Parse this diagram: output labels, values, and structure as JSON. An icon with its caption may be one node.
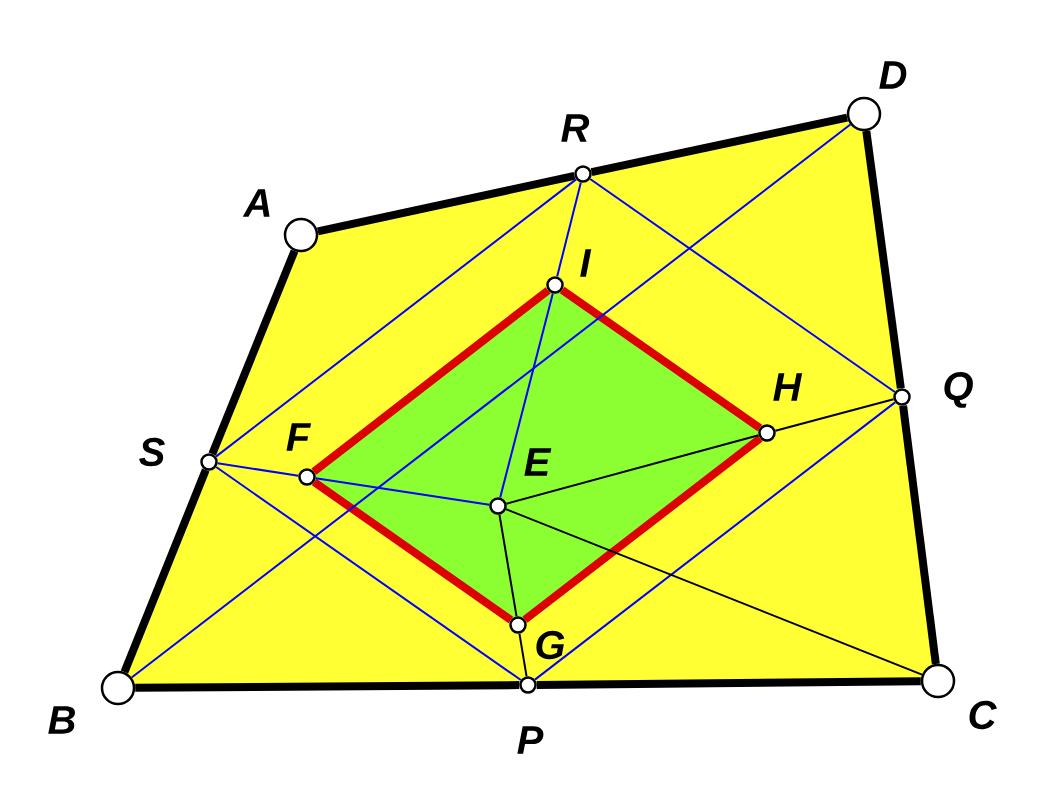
{
  "diagram": {
    "nodes": [
      {
        "text": [],
        "shape": "circle",
        "beside": [
          "A"
        ]
      },
      {
        "text": [],
        "shape": "circle",
        "beside": [
          "B"
        ]
      },
      {
        "text": [],
        "shape": "circle",
        "beside": [
          "C"
        ]
      },
      {
        "text": [],
        "shape": "circle",
        "beside": [
          "D"
        ]
      },
      {
        "text": [],
        "shape": "circle",
        "beside": [
          "R"
        ]
      },
      {
        "text": [],
        "shape": "circle",
        "beside": [
          "Q"
        ]
      },
      {
        "text": [],
        "shape": "circle",
        "beside": [
          "P"
        ]
      },
      {
        "text": [],
        "shape": "circle",
        "beside": [
          "S"
        ]
      },
      {
        "text": [],
        "shape": "circle",
        "beside": [
          "I"
        ]
      },
      {
        "text": [],
        "shape": "circle",
        "beside": [
          "H"
        ]
      },
      {
        "text": [],
        "shape": "circle",
        "beside": [
          "G"
        ]
      },
      {
        "text": [],
        "shape": "circle",
        "beside": [
          "F"
        ]
      },
      {
        "text": [],
        "shape": "circle",
        "beside": [
          "E"
        ]
      }
    ],
    "edges": [
      {
        "from": 0,
        "to": 4,
        "arrow": "none",
        "style": "thick",
        "color": "#000000"
      },
      {
        "from": 4,
        "to": 3,
        "arrow": "none",
        "style": "thick",
        "color": "#000000"
      },
      {
        "from": 3,
        "to": 5,
        "arrow": "none",
        "style": "thick",
        "color": "#000000"
      },
      {
        "from": 5,
        "to": 2,
        "arrow": "none",
        "style": "thick",
        "color": "#000000"
      },
      {
        "from": 2,
        "to": 6,
        "arrow": "none",
        "style": "thick",
        "color": "#000000"
      },
      {
        "from": 6,
        "to": 1,
        "arrow": "none",
        "style": "thick",
        "color": "#000000"
      },
      {
        "from": 1,
        "to": 7,
        "arrow": "none",
        "style": "thick",
        "color": "#000000"
      },
      {
        "from": 7,
        "to": 0,
        "arrow": "none",
        "style": "thick",
        "color": "#000000"
      },
      {
        "from": 11,
        "to": 8,
        "arrow": "none",
        "style": "thick",
        "color": "#dd0000"
      },
      {
        "from": 8,
        "to": 9,
        "arrow": "none",
        "style": "thick",
        "color": "#dd0000"
      },
      {
        "from": 9,
        "to": 10,
        "arrow": "none",
        "style": "thick",
        "color": "#dd0000"
      },
      {
        "from": 10,
        "to": 11,
        "arrow": "none",
        "style": "thick",
        "color": "#dd0000"
      },
      {
        "from": 7,
        "to": 4,
        "arrow": "none",
        "color": "#0000ff"
      },
      {
        "from": 4,
        "to": 5,
        "arrow": "none",
        "color": "#0000ff"
      },
      {
        "from": 5,
        "to": 6,
        "arrow": "none",
        "color": "#0000ff"
      },
      {
        "from": 6,
        "to": 7,
        "arrow": "none",
        "color": "#0000ff"
      },
      {
        "from": 1,
        "to": 3,
        "arrow": "none",
        "color": "#0000ff"
      },
      {
        "from": 7,
        "to": 11,
        "arrow": "none",
        "color": "#0000ff"
      },
      {
        "from": 11,
        "to": 12,
        "arrow": "none",
        "color": "#0000ff"
      },
      {
        "from": 4,
        "to": 8,
        "arrow": "none",
        "color": "#0000ff"
      },
      {
        "from": 8,
        "to": 12,
        "arrow": "none",
        "color": "#0000ff"
      },
      {
        "from": 12,
        "to": 9,
        "arrow": "none"
      },
      {
        "from": 9,
        "to": 5,
        "arrow": "none"
      },
      {
        "from": 12,
        "to": 2,
        "arrow": "none"
      },
      {
        "from": 12,
        "to": 10,
        "arrow": "none"
      },
      {
        "from": 10,
        "to": 6,
        "arrow": "none"
      }
    ]
  }
}
